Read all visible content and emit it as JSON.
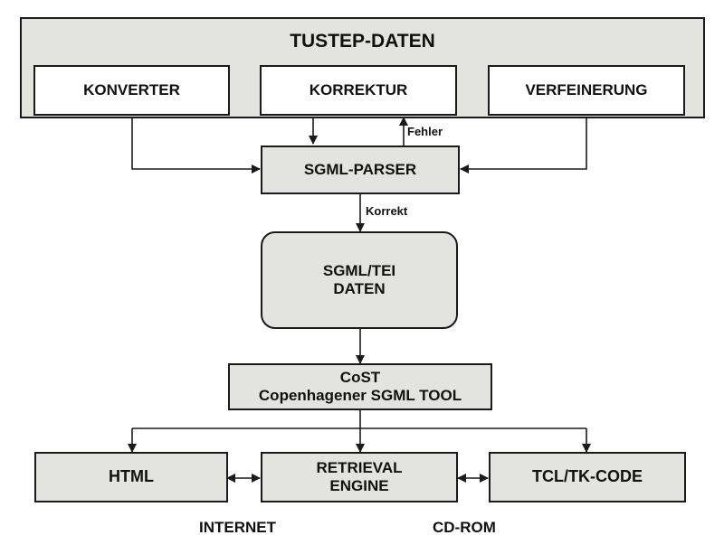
{
  "tustep": {
    "title": "TUSTEP-DATEN",
    "konverter": "KONVERTER",
    "korrektur": "KORREKTUR",
    "verfeinerung": "VERFEINERUNG"
  },
  "parser": {
    "label": "SGML-PARSER",
    "fehler": "Fehler",
    "korrekt": "Korrekt"
  },
  "tei": {
    "line1": "SGML/TEI",
    "line2": "DATEN"
  },
  "cost": {
    "line1": "CoST",
    "line2": "Copenhagener SGML TOOL"
  },
  "outputs": {
    "html": "HTML",
    "retrieval_line1": "RETRIEVAL",
    "retrieval_line2": "ENGINE",
    "tcl": "TCL/TK-CODE"
  },
  "channels": {
    "internet": "INTERNET",
    "cdrom": "CD-ROM"
  },
  "colors": {
    "box_fill": "#e3e3e0",
    "stroke": "#1a1a1a"
  }
}
